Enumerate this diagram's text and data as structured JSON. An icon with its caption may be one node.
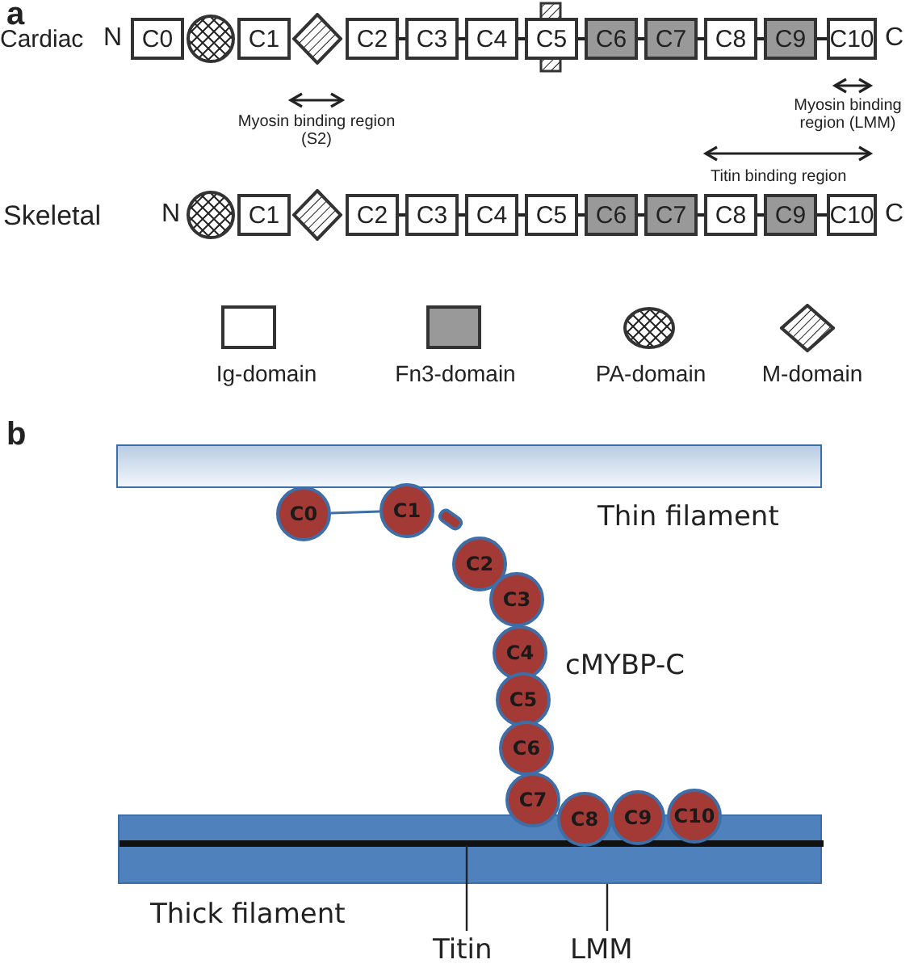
{
  "diagram": {
    "nodes": [
      {
        "text": [
          "C0"
        ]
      },
      {
        "text": [],
        "shape": "circle"
      },
      {
        "text": [
          "C1"
        ]
      },
      {
        "text": [],
        "shape": "diamond"
      },
      {
        "text": [
          "C2"
        ]
      },
      {
        "text": [
          "C3"
        ]
      },
      {
        "text": [
          "C4"
        ]
      },
      {
        "text": [
          "C5"
        ]
      },
      {
        "text": [
          "C6"
        ]
      },
      {
        "text": [
          "C7"
        ]
      },
      {
        "text": [
          "C8"
        ]
      },
      {
        "text": [
          "C9"
        ]
      },
      {
        "text": [
          "C10"
        ]
      },
      {
        "text": [],
        "shape": "circle"
      },
      {
        "text": [
          "C1"
        ]
      },
      {
        "text": [],
        "shape": "diamond"
      },
      {
        "text": [
          "C2"
        ]
      },
      {
        "text": [
          "C3"
        ]
      },
      {
        "text": [
          "C4"
        ]
      },
      {
        "text": [
          "C5"
        ]
      },
      {
        "text": [
          "C6"
        ]
      },
      {
        "text": [
          "C7"
        ]
      },
      {
        "text": [
          "C8"
        ]
      },
      {
        "text": [
          "C9"
        ]
      },
      {
        "text": [
          "C10"
        ]
      },
      {
        "text": [
          "C0"
        ]
      },
      {
        "text": [
          "C1"
        ]
      },
      {
        "text": [],
        "shape": "box"
      },
      {
        "text": [
          "C2"
        ]
      },
      {
        "text": [
          "C3"
        ]
      },
      {
        "text": [
          "C4"
        ]
      },
      {
        "text": [
          "C5"
        ]
      },
      {
        "text": [
          "C6"
        ]
      },
      {
        "text": [
          "C7"
        ]
      },
      {
        "text": [
          "C8"
        ]
      },
      {
        "text": [
          "C9"
        ]
      },
      {
        "text": [
          "C10"
        ]
      },
      {
        "text": [
          "Titin"
        ]
      },
      {
        "text": [
          "LMM"
        ]
      },
      {
        "text": [],
        "shape": "bar"
      },
      {
        "text": [],
        "shape": "bar",
        "in": 39
      },
      {
        "text": [],
        "shape": "bar"
      }
    ],
    "edges": [
      {
        "from": 4,
        "to": 5,
        "arrow": "none"
      },
      {
        "from": 5,
        "to": 6,
        "arrow": "none"
      },
      {
        "from": 6,
        "to": 7,
        "arrow": "none"
      },
      {
        "from": 7,
        "to": 8,
        "arrow": "none"
      },
      {
        "from": 8,
        "to": 9,
        "arrow": "none"
      },
      {
        "from": 9,
        "to": 10,
        "arrow": "none"
      },
      {
        "from": 10,
        "to": 11,
        "arrow": "none"
      },
      {
        "from": 11,
        "to": 12,
        "arrow": "none"
      },
      {
        "from": 16,
        "to": 17,
        "arrow": "none"
      },
      {
        "from": 17,
        "to": 18,
        "arrow": "none"
      },
      {
        "from": 18,
        "to": 19,
        "arrow": "none"
      },
      {
        "from": 19,
        "to": 20,
        "arrow": "none"
      },
      {
        "from": 20,
        "to": 21,
        "arrow": "none"
      },
      {
        "from": 21,
        "to": 22,
        "arrow": "none"
      },
      {
        "from": 22,
        "to": 23,
        "arrow": "none"
      },
      {
        "from": 23,
        "to": 24,
        "arrow": "none"
      },
      {
        "from": 25,
        "to": 26,
        "arrow": "none",
        "color": "#3d6ea8"
      },
      {
        "from": 37,
        "to": 40,
        "arrow": "none"
      },
      {
        "from": 38,
        "to": 39,
        "arrow": "none"
      }
    ],
    "labels": [
      "a",
      "Cardiac",
      "N",
      "C",
      "Myosin binding region (LMM)",
      "Myosin binding region (S2)",
      "Titin binding region",
      "Skeletal",
      "N",
      "C",
      "b",
      "Thin filament",
      "cMYBP-C",
      "Thick filament"
    ],
    "legend": [
      {
        "text": "Ig-domain",
        "color": "#ffffff"
      },
      {
        "text": "Fn3-domain",
        "color": "#999999"
      },
      {
        "text": "PA-domain"
      },
      {
        "text": "M-domain"
      }
    ]
  }
}
